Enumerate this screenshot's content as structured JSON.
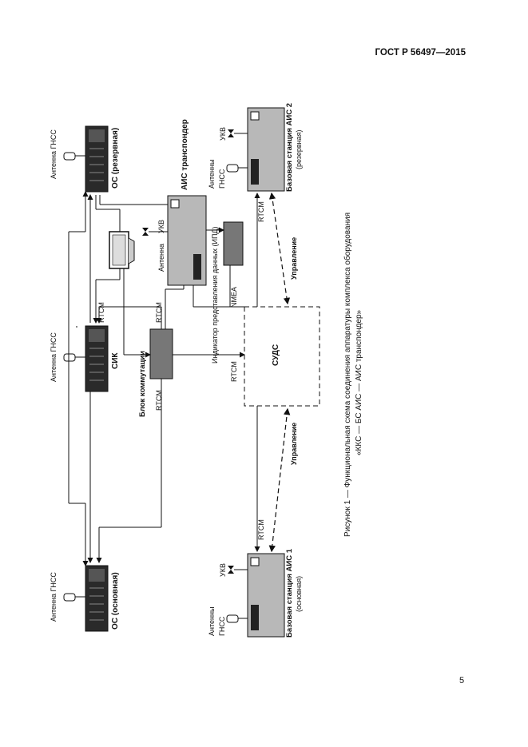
{
  "header": {
    "standard": "ГОСТ Р 56497—2015"
  },
  "page_number": "5",
  "caption": {
    "line1": "Рисунок 1 — Функциональная схема соединения аппаратуры комплекса оборудования",
    "line2": "«ККС — БС АИС — АИС транспондер»"
  },
  "diagram": {
    "os_main": "ОС (основная)",
    "os_reserve": "ОС (резервная)",
    "sik": "СИК",
    "antenna_gnss": "Антенна ГНСС",
    "ais_transponder": "АИС транспондер",
    "ukv": "УКВ",
    "antenna": "Антенна",
    "display_indicator": "Индикатор представления данных (ИПД)",
    "nmea": "NMEA",
    "switch_unit": "Блок коммутации",
    "rtcm": "RTCM",
    "suds": "СУДС",
    "control": "Управление",
    "base1": "Базовая станция АИС 1",
    "base1_sub": "(основная)",
    "base2": "Базовая станция АИС 2",
    "base2_sub": "(резервная)",
    "antennas": "Антенны",
    "gnss": "ГНСС"
  }
}
